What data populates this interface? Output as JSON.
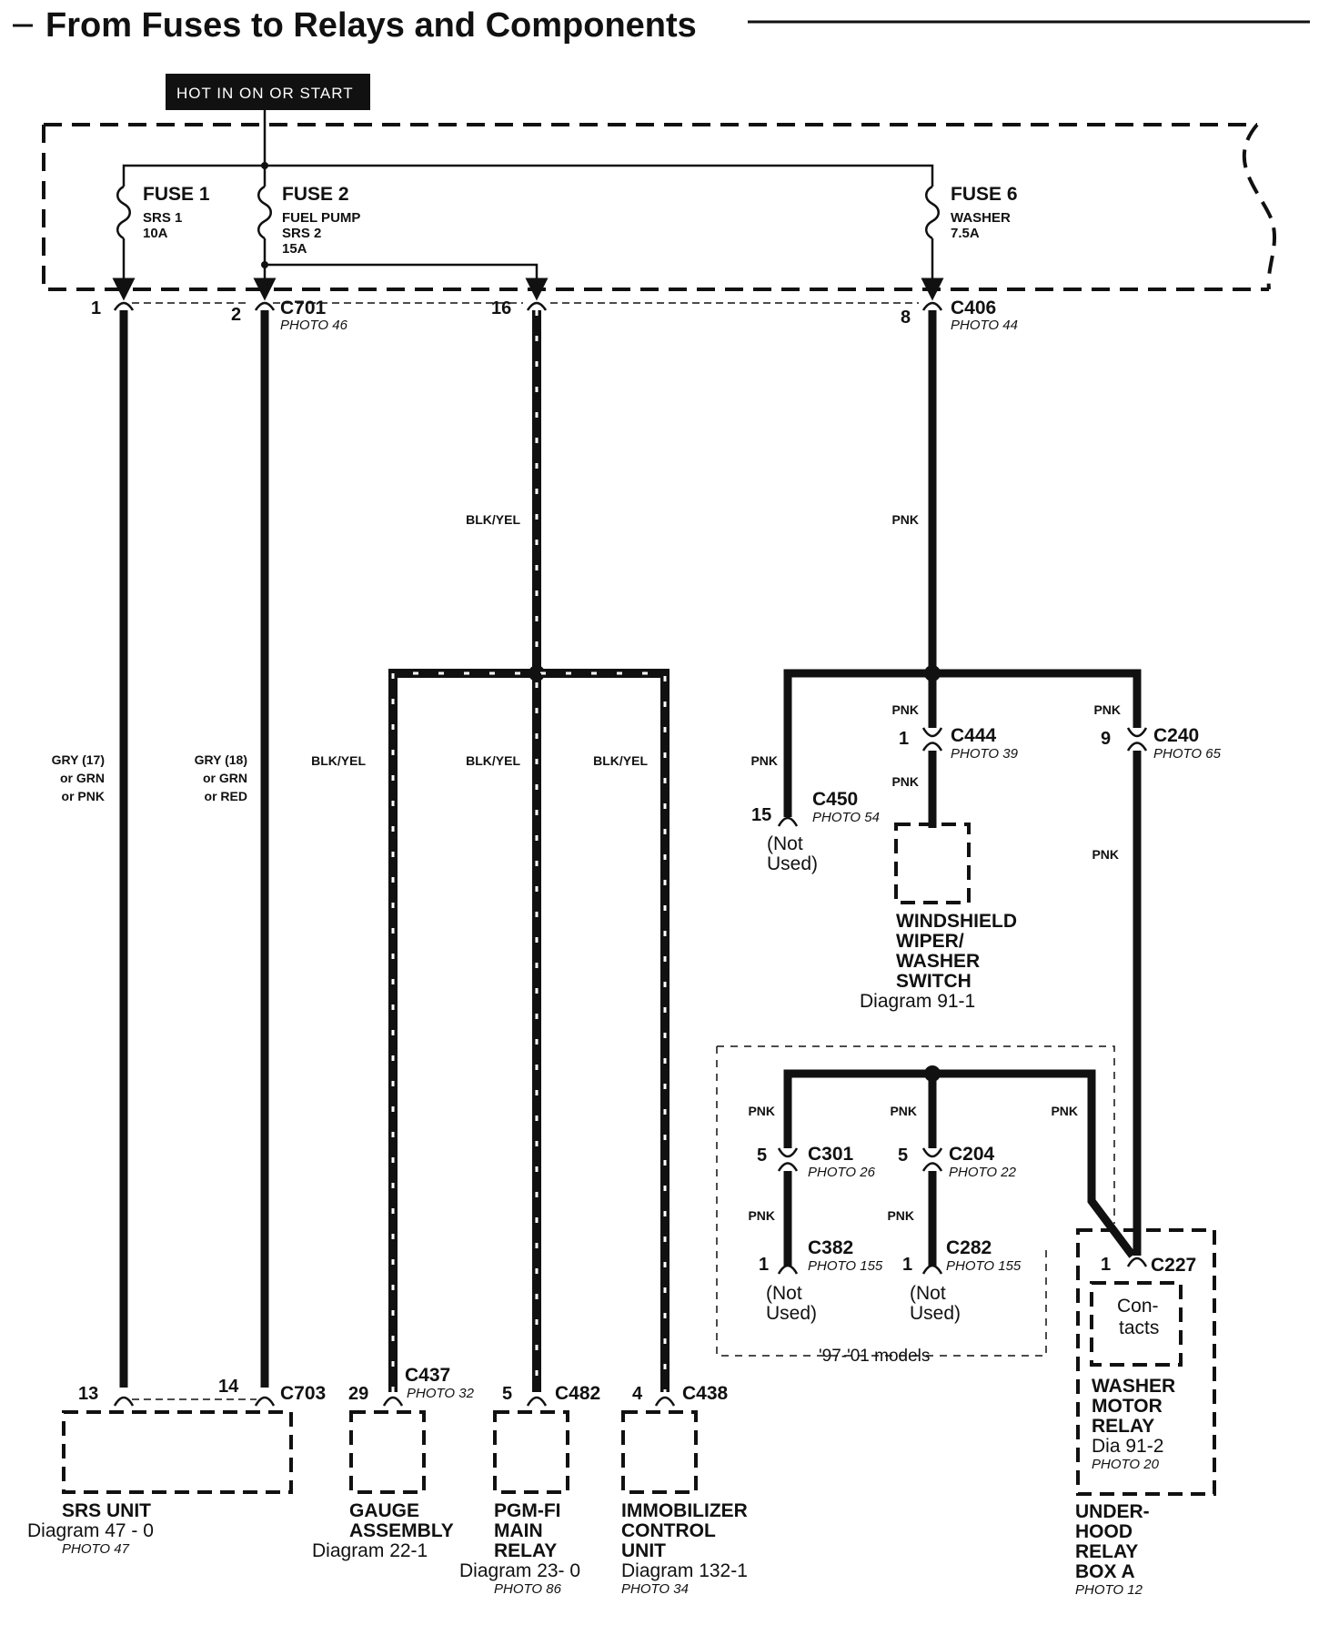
{
  "title": "From Fuses to Relays and Components",
  "power_label": "HOT IN ON OR START",
  "fuses": [
    {
      "name": "FUSE 1",
      "lines": [
        "SRS 1",
        "10A"
      ]
    },
    {
      "name": "FUSE 2",
      "lines": [
        "FUEL PUMP",
        "SRS 2",
        "15A"
      ]
    },
    {
      "name": "FUSE 6",
      "lines": [
        "WASHER",
        "7.5A"
      ]
    }
  ],
  "connectors": {
    "c701": {
      "pins": [
        "1",
        "2",
        "16"
      ],
      "name": "C701",
      "photo": "PHOTO 46"
    },
    "c406": {
      "pin": "8",
      "name": "C406",
      "photo": "PHOTO 44"
    },
    "c703": {
      "pins": [
        "13",
        "14"
      ],
      "name": "C703"
    },
    "c437": {
      "pin": "29",
      "name": "C437",
      "photo": "PHOTO 32"
    },
    "c482": {
      "pin": "5",
      "name": "C482"
    },
    "c438": {
      "pin": "4",
      "name": "C438"
    },
    "c444": {
      "pin": "1",
      "name": "C444",
      "photo": "PHOTO 39"
    },
    "c240": {
      "pin": "9",
      "name": "C240",
      "photo": "PHOTO 65"
    },
    "c450": {
      "pin": "15",
      "name": "C450",
      "photo": "PHOTO 54",
      "note": [
        "(Not",
        "Used)"
      ]
    },
    "c301": {
      "pin": "5",
      "name": "C301",
      "photo": "PHOTO 26"
    },
    "c204": {
      "pin": "5",
      "name": "C204",
      "photo": "PHOTO 22"
    },
    "c382": {
      "pin": "1",
      "name": "C382",
      "photo": "PHOTO 155",
      "note": [
        "(Not",
        "Used)"
      ]
    },
    "c282": {
      "pin": "1",
      "name": "C282",
      "photo": "PHOTO 155",
      "note": [
        "(Not",
        "Used)"
      ]
    },
    "c227": {
      "pin": "1",
      "name": "C227"
    }
  },
  "wire_labels": {
    "srs1": [
      "GRY (17)",
      "or GRN",
      "or PNK"
    ],
    "srs2": [
      "GRY (18)",
      "or GRN",
      "or RED"
    ],
    "blk_yel": "BLK/YEL",
    "pnk": "PNK"
  },
  "models_label": "'97-'01 models",
  "components": [
    {
      "id": "srs",
      "name": [
        "SRS UNIT"
      ],
      "diagram": "Diagram 47 - 0",
      "photo": "PHOTO 47"
    },
    {
      "id": "gauge",
      "name": [
        "GAUGE",
        "ASSEMBLY"
      ],
      "diagram": "Diagram 22-1"
    },
    {
      "id": "pgmfi",
      "name": [
        "PGM-FI",
        "MAIN",
        "RELAY"
      ],
      "diagram": "Diagram 23- 0",
      "photo": "PHOTO 86"
    },
    {
      "id": "immob",
      "name": [
        "IMMOBILIZER",
        "CONTROL",
        "UNIT"
      ],
      "diagram": "Diagram 132-1",
      "photo": "PHOTO 34"
    },
    {
      "id": "wiper",
      "name": [
        "WINDSHIELD",
        "WIPER/",
        "WASHER",
        "SWITCH"
      ],
      "diagram": "Diagram 91-1"
    },
    {
      "id": "washer_relay",
      "name": [
        "WASHER",
        "MOTOR",
        "RELAY"
      ],
      "diagram": "Dia  91-2",
      "photo": "PHOTO 20",
      "inner": [
        "Con-",
        "tacts"
      ]
    },
    {
      "id": "underhood",
      "name": [
        "UNDER-",
        "HOOD",
        "RELAY",
        "BOX A"
      ],
      "photo": "PHOTO 12"
    }
  ]
}
